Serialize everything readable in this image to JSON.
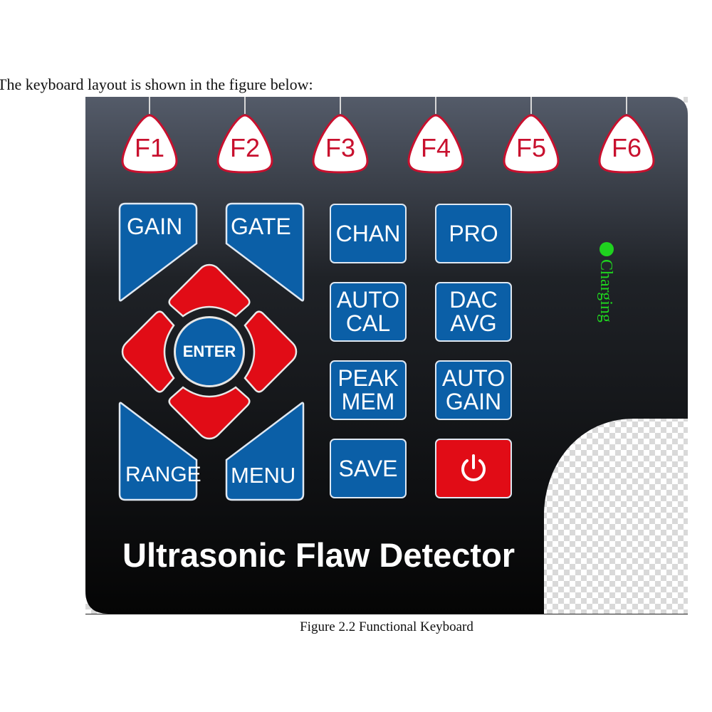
{
  "document": {
    "intro_text": "The keyboard layout is shown in the figure below:",
    "caption": "Figure 2.2 Functional Keyboard"
  },
  "keyboard": {
    "function_keys": [
      "F1",
      "F2",
      "F3",
      "F4",
      "F5",
      "F6"
    ],
    "left_keys": {
      "gain": "GAIN",
      "gate": "GATE",
      "range": "RANGE",
      "menu": "MENU",
      "enter": "ENTER"
    },
    "grid_keys": {
      "chan": "CHAN",
      "pro": "PRO",
      "auto_cal": "AUTO\nCAL",
      "dac_avg": "DAC\nAVG",
      "peak_mem": "PEAK\nMEM",
      "auto_gain": "AUTO\nGAIN",
      "save": "SAVE"
    },
    "power_icon": "power-icon",
    "charging_label": "Charging",
    "device_title": "Ultrasonic Flaw Detector"
  },
  "colors": {
    "key_blue": "#0b5fa7",
    "key_red": "#e10c16",
    "panel_top": "#545b69",
    "panel_bottom": "#050505",
    "charging_green": "#1fd21f"
  }
}
